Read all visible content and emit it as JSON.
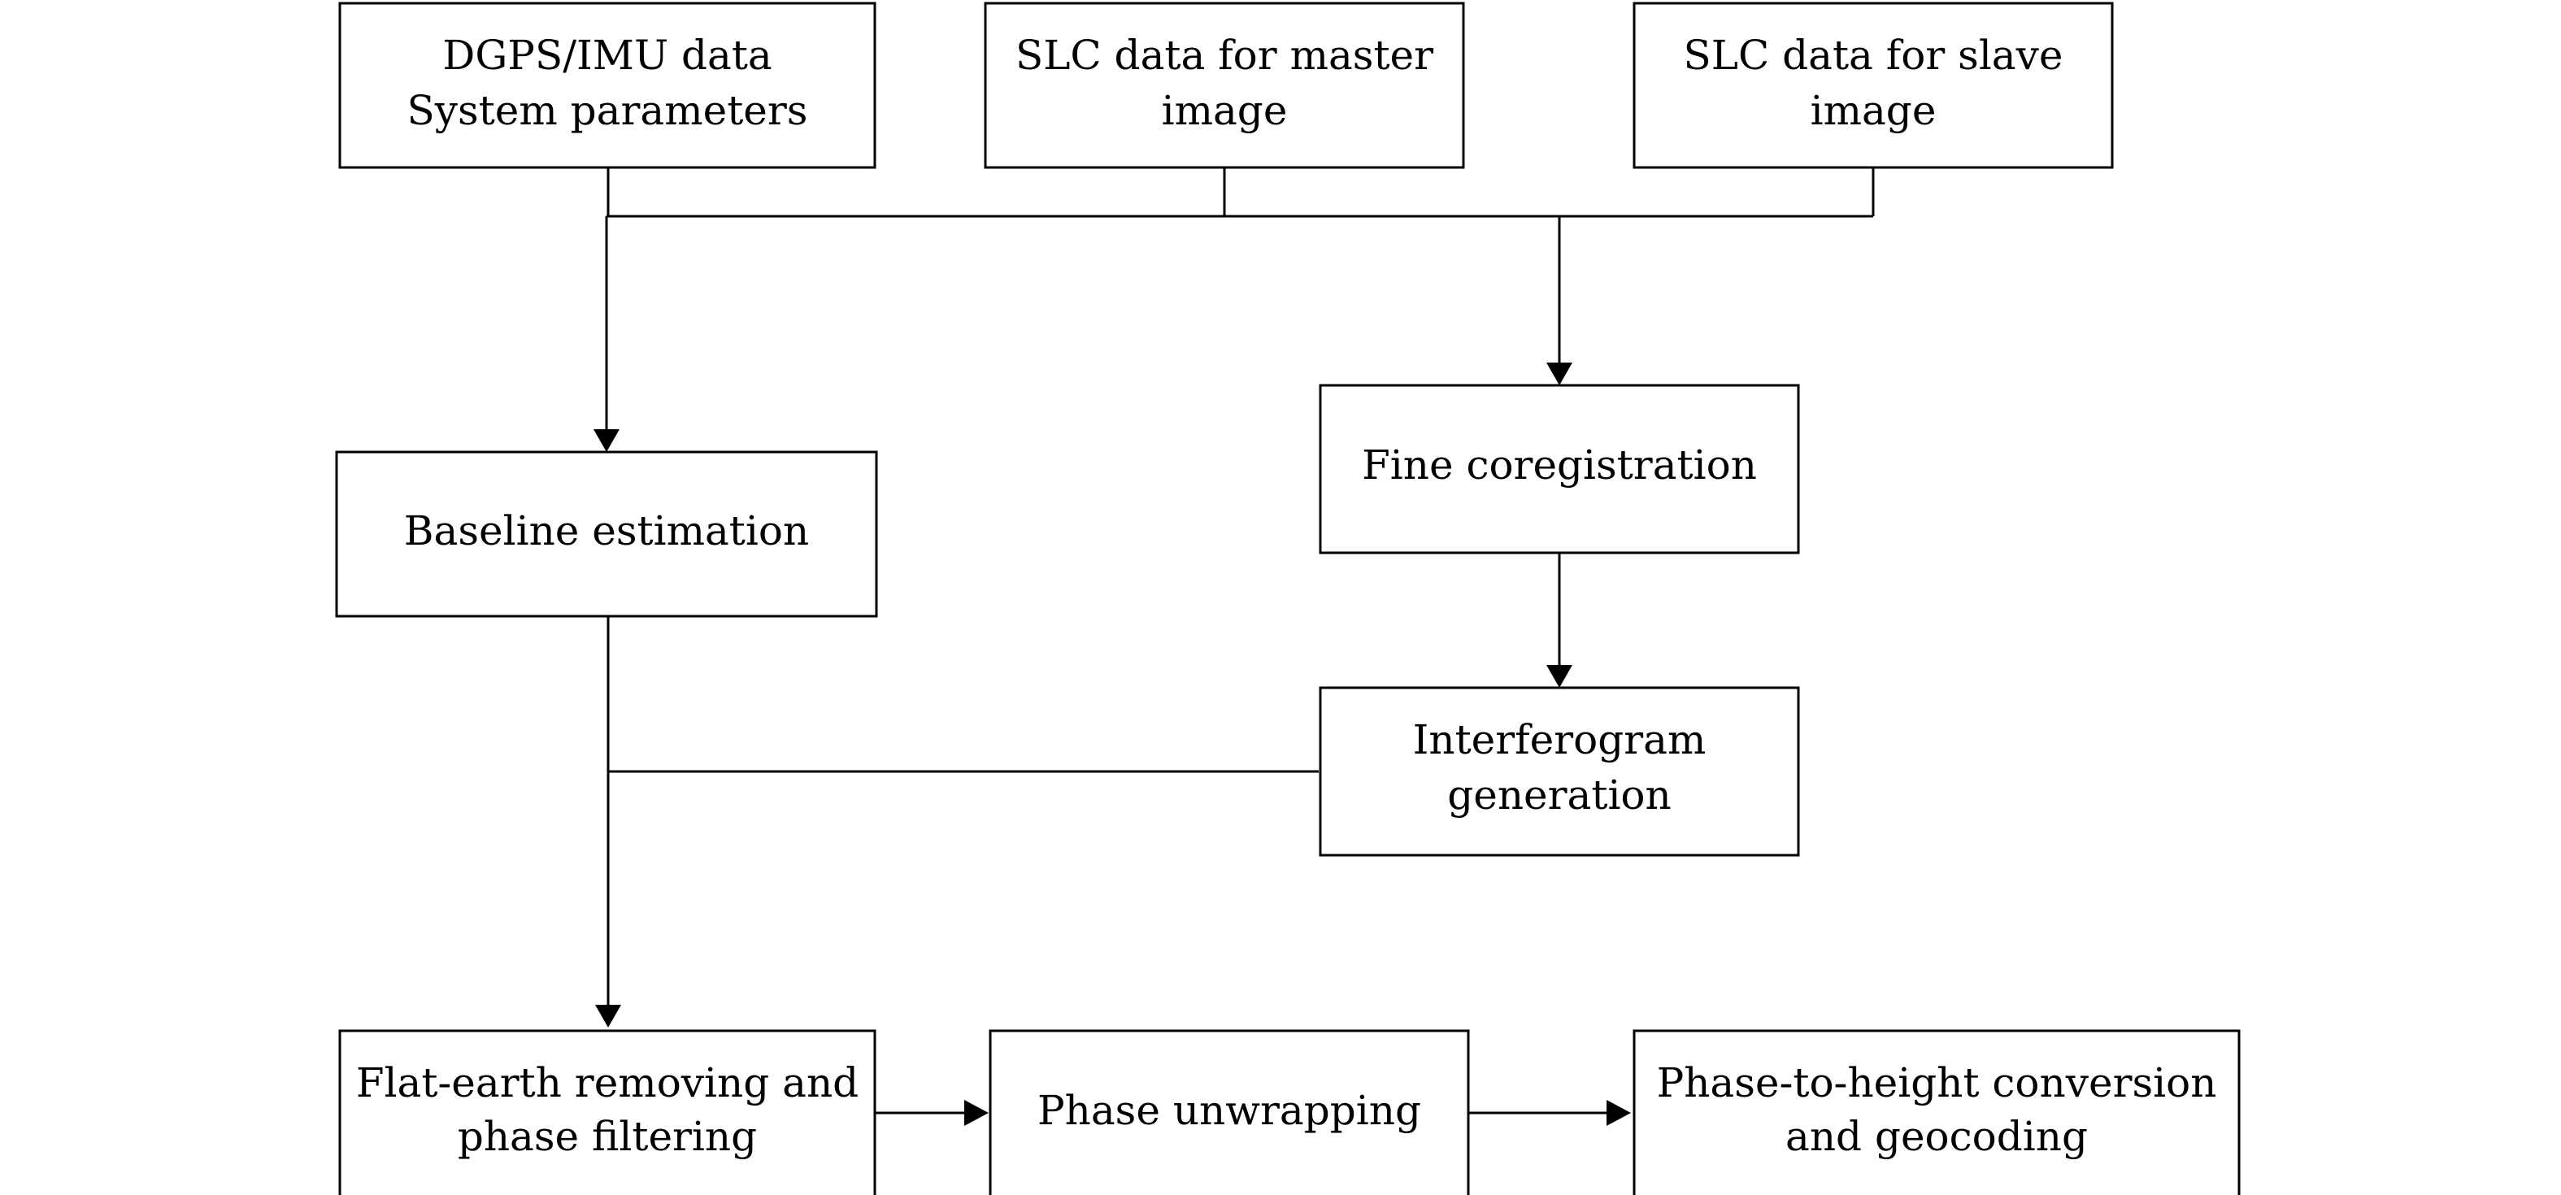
{
  "colors": {
    "stroke": "#000000",
    "background": "#ffffff"
  },
  "nodes": {
    "dgps": {
      "lines": [
        "DGPS/IMU data",
        "System parameters"
      ]
    },
    "slc_master": {
      "lines": [
        "SLC data for master",
        "image"
      ]
    },
    "slc_slave": {
      "lines": [
        "SLC data for slave",
        "image"
      ]
    },
    "baseline": {
      "lines": [
        "Baseline estimation"
      ]
    },
    "coreg": {
      "lines": [
        "Fine coregistration"
      ]
    },
    "interferogram": {
      "lines": [
        "Interferogram",
        "generation"
      ]
    },
    "flat_earth": {
      "lines": [
        "Flat-earth removing and",
        "phase filtering"
      ]
    },
    "unwrapping": {
      "lines": [
        "Phase unwrapping"
      ]
    },
    "geocoding": {
      "lines": [
        "Phase-to-height conversion",
        "and geocoding"
      ]
    }
  }
}
